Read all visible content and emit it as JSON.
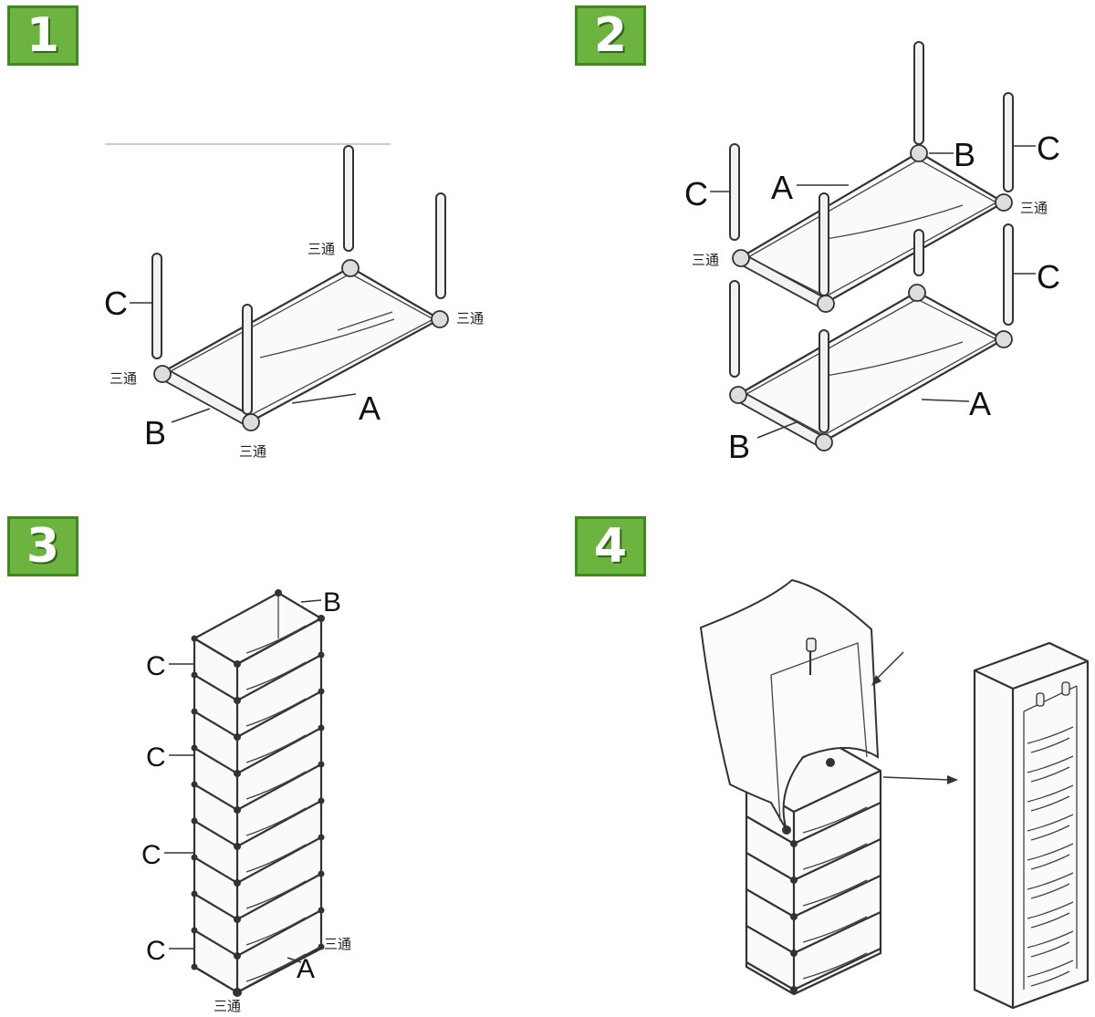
{
  "steps": [
    {
      "number": "1",
      "labels": {
        "c": "C",
        "a": "A",
        "b": "B"
      },
      "connector": "三通"
    },
    {
      "number": "2",
      "labels": {
        "c_left": "C",
        "c_right_top": "C",
        "c_right_bottom": "C",
        "a_top": "A",
        "a_bottom": "A",
        "b_top": "B",
        "b_bottom": "B"
      },
      "connector": "三通"
    },
    {
      "number": "3",
      "labels": {
        "b": "B",
        "c1": "C",
        "c2": "C",
        "c3": "C",
        "c4": "C",
        "a": "A"
      },
      "connector": "三通"
    },
    {
      "number": "4"
    }
  ],
  "colors": {
    "badge_fill": "#6cb33f",
    "badge_border": "#3f8a1f",
    "line": "#333333"
  }
}
